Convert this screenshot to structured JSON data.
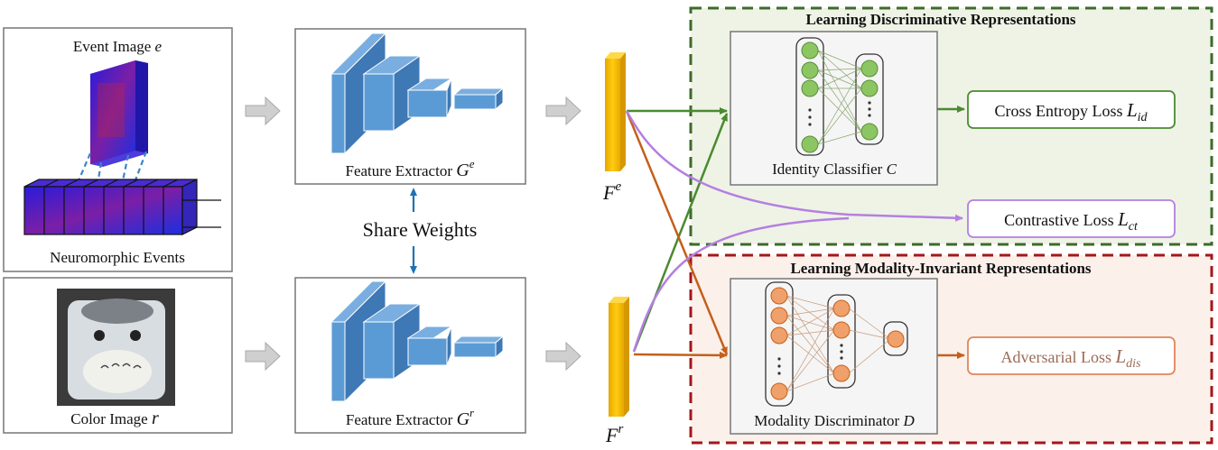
{
  "event_panel": {
    "title": "Event Image",
    "var": "e",
    "label": "Neuromorphic Events"
  },
  "color_panel": {
    "label": "Color Image",
    "var": "r"
  },
  "extractor_top": {
    "label": "Feature Extractor",
    "var": "G",
    "sup": "e"
  },
  "extractor_bottom": {
    "label": "Feature Extractor",
    "var": "G",
    "sup": "r"
  },
  "share_weights": "Share Weights",
  "feature_top": {
    "var": "F",
    "sup": "e"
  },
  "feature_bottom": {
    "var": "F",
    "sup": "r"
  },
  "disc_region": {
    "title": "Learning Discriminative Representations",
    "color": "#3d6b2a"
  },
  "invar_region": {
    "title": "Learning Modality-Invariant Representations",
    "color": "#a3171b"
  },
  "classifier": {
    "label": "Identity Classifier",
    "var": "C"
  },
  "discriminator": {
    "label": "Modality Discriminator",
    "var": "D"
  },
  "losses": {
    "ce": {
      "label": "Cross Entropy Loss",
      "var": "L",
      "sub": "id",
      "color": "#4b8a30"
    },
    "ct": {
      "label": "Contrastive Loss",
      "var": "L",
      "sub": "ct",
      "color": "#b57fe0"
    },
    "adv": {
      "label": "Adversarial Loss",
      "var": "L",
      "sub": "dis",
      "color": "#e0855a"
    }
  },
  "colors": {
    "green": "#4a8a30",
    "orange": "#c4601a",
    "purple": "#b57fe0",
    "blue": "#1e73b4",
    "feature": "#f2b705",
    "block": "#5b9bd5"
  },
  "icons": [
    "gray-arrow-icon",
    "neuron-icon",
    "cuboid-block-icon"
  ]
}
